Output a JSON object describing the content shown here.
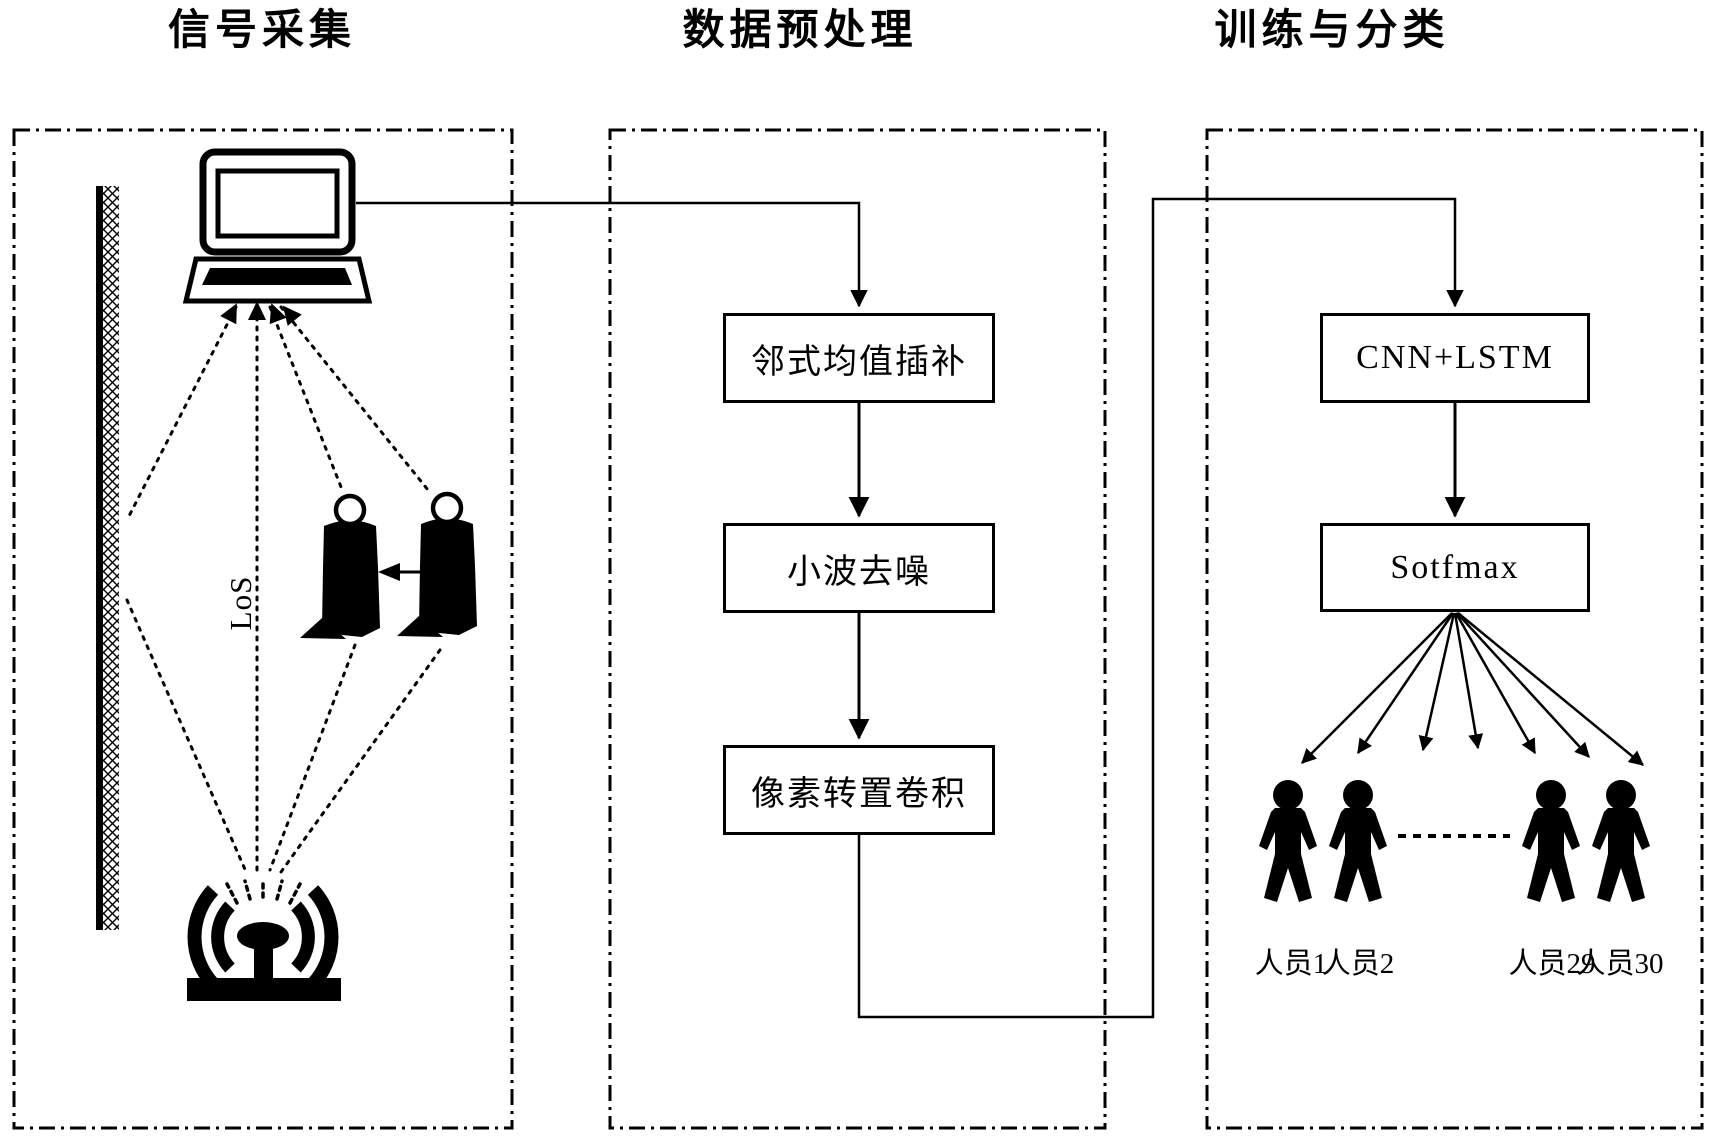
{
  "panels": [
    {
      "title": "信号采集"
    },
    {
      "title": "数据预处理"
    },
    {
      "title": "训练与分类"
    }
  ],
  "middle_flow": [
    "邻式均值插补",
    "小波去噪",
    "像素转置卷积"
  ],
  "right_flow": [
    "CNN+LSTM",
    "Sotfmax"
  ],
  "los_label": "LoS",
  "person_labels": [
    "人员1",
    "人员2",
    "人员29",
    "人员30"
  ],
  "icons": [
    "laptop-icon",
    "wall-icon",
    "wifi-antenna-icon",
    "person-icon",
    "arrow-icon"
  ],
  "colors": {
    "ink": "#000000",
    "paper": "#ffffff"
  }
}
